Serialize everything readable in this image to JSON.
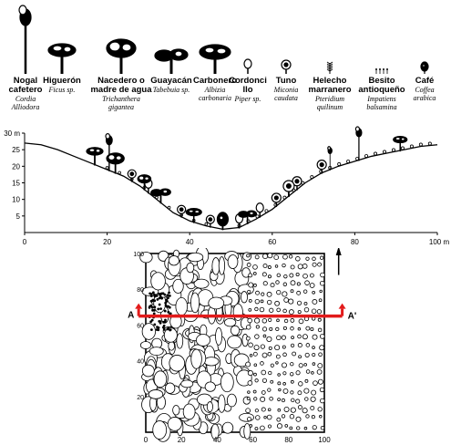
{
  "legend": [
    {
      "common": "Nogal\ncafetero",
      "scientific": "Cordia\nAlliodora",
      "icon": "tall-tree-icon"
    },
    {
      "common": "Higuerón",
      "scientific": "Ficus sp.",
      "icon": "umbrella-tree-icon"
    },
    {
      "common": "Nacedero o\nmadre de agua",
      "scientific": "Trichanthera\ngigantea",
      "icon": "bushy-tree-icon"
    },
    {
      "common": "Guayacán",
      "scientific": "Tabebuia sp.",
      "icon": "wide-tree-icon"
    },
    {
      "common": "Carbonero",
      "scientific": "Albizia\ncarbonaria",
      "icon": "spreading-tree-icon"
    },
    {
      "common": "Cordonci\nllo",
      "scientific": "Piper sp.",
      "icon": "small-shrub-icon"
    },
    {
      "common": "Tuno",
      "scientific": "Miconia\ncaudata",
      "icon": "round-shrub-icon"
    },
    {
      "common": "Helecho\nmarranero",
      "scientific": "Pteridium\nquilinum",
      "icon": "fern-icon"
    },
    {
      "common": "Besito\nantioqueño",
      "scientific": "Impatiens\nbalsamina",
      "icon": "herb-icon"
    },
    {
      "common": "Café",
      "scientific": "Coffea\narabica",
      "icon": "coffee-shrub-icon"
    }
  ],
  "profile": {
    "y_ticks": [
      "30 m",
      "25",
      "20",
      "15",
      "10",
      "5"
    ],
    "x_ticks": [
      "0",
      "20",
      "40",
      "60",
      "80",
      "100 m"
    ]
  },
  "plot": {
    "x_ticks": [
      "0",
      "20",
      "40",
      "60",
      "80",
      "100"
    ],
    "y_ticks": [
      "100",
      "80",
      "60",
      "40",
      "20"
    ],
    "section_start": "A",
    "section_end": "A'",
    "section_color": "#e21b1b",
    "north_arrow": "north-arrow-icon"
  }
}
